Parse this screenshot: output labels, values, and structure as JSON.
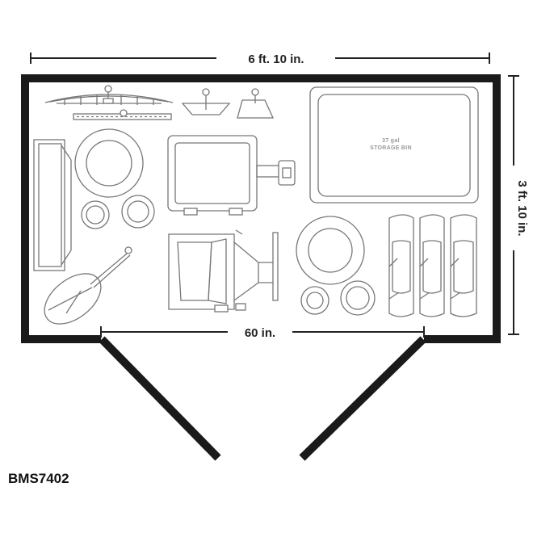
{
  "dimensions": {
    "width_label": "6 ft. 10 in.",
    "depth_label": "3 ft. 10 in.",
    "door_label": "60 in."
  },
  "storage_bin": {
    "capacity": "37 gal",
    "label": "STORAGE BIN"
  },
  "model_number": "BMS7402",
  "colors": {
    "wall": "#1a1a1a",
    "item_outline": "#777777"
  }
}
